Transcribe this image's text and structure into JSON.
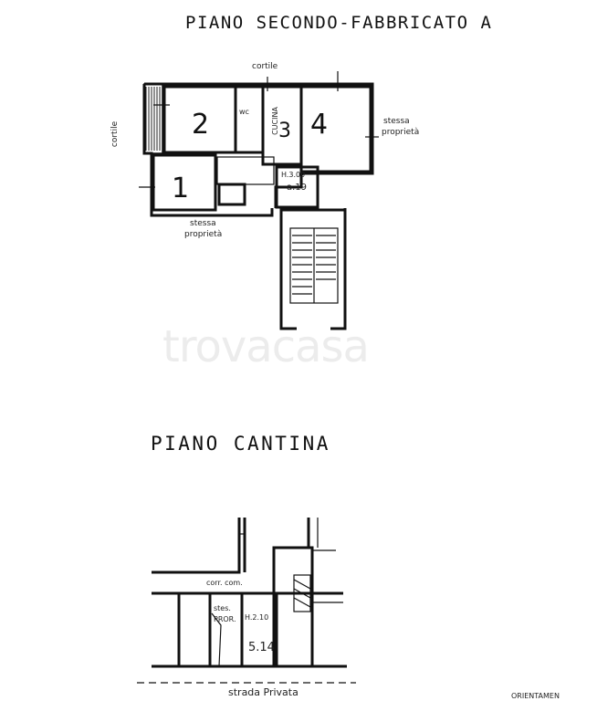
{
  "titles": {
    "top": "PIANO SECONDO-FABBRICATO A",
    "bottom": "PIANO CANTINA"
  },
  "labels": {
    "cortile_top": "cortile",
    "cortile_left": "cortile",
    "stessa_proprieta_right": [
      "stessa",
      "proprietà"
    ],
    "stessa_proprieta_bottom": [
      "stessa",
      "proprietà"
    ],
    "wc": "wc",
    "cucina": "CUCINA",
    "ht_upper": "H.3.09",
    "ht_upper_area": "a.19",
    "corr_com": "corr. com.",
    "stes_pror": [
      "stes.",
      "PROR."
    ],
    "ht_lower": "H.2.10",
    "ht_lower_area": "5.14",
    "strada_privata": "strada Privata",
    "orientamento": "ORIENTAMEN"
  },
  "rooms": [
    "1",
    "2",
    "3",
    "4"
  ],
  "watermark": "trovacasa"
}
